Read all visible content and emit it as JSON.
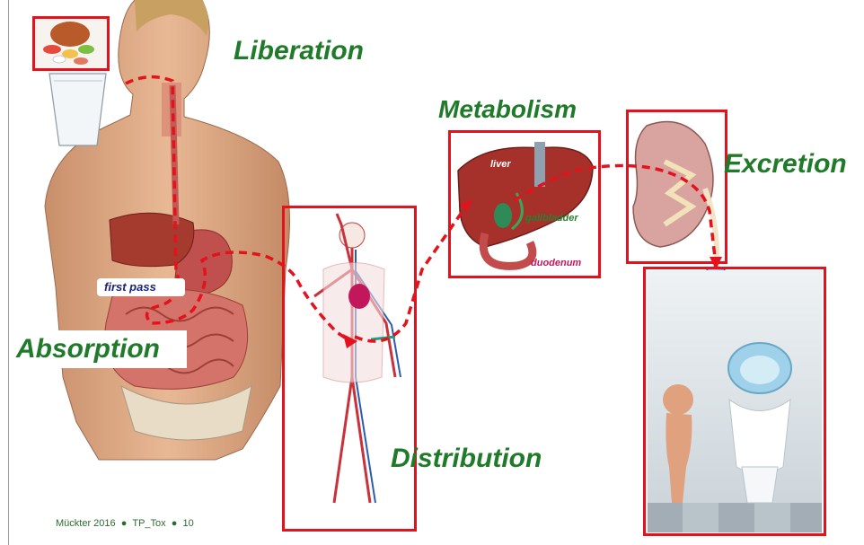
{
  "labels": {
    "liberation": "Liberation",
    "metabolism": "Metabolism",
    "excretion": "Excretion",
    "absorption": "Absorption",
    "distribution": "Distribution",
    "first_pass": "first pass",
    "liver": "liver",
    "gallbladder": "gallbladder",
    "duodenum": "duodenum"
  },
  "footer": {
    "author_year": "Mückter 2016",
    "course": "TP_Tox",
    "page": "10"
  },
  "colors": {
    "label_green": "#1f7a2a",
    "arrow_red": "#e3121c",
    "box_red": "#e3121c",
    "first_pass_blue": "#1a237e",
    "duodenum_red": "#c2185b"
  }
}
